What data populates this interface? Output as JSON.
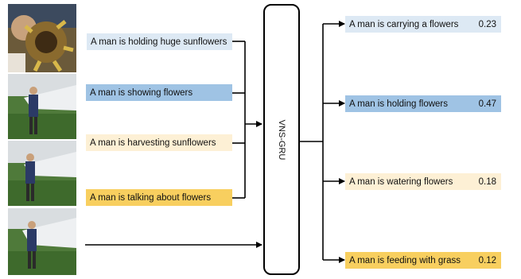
{
  "inputs": [
    {
      "label": "A man is holding huge sunflowers",
      "color": "#dde9f4"
    },
    {
      "label": "A man is showing flowers",
      "color": "#9fc3e4"
    },
    {
      "label": "A man is harvesting sunflowers",
      "color": "#fdf0d5"
    },
    {
      "label": "A man is talking about flowers",
      "color": "#f8cf5f"
    }
  ],
  "model": {
    "label": "VNS-GRU"
  },
  "outputs": [
    {
      "label": "A man is carrying a flowers",
      "score": "0.23",
      "color": "#dde9f4"
    },
    {
      "label": "A man is holding flowers",
      "score": "0.47",
      "color": "#9fc3e4"
    },
    {
      "label": "A man is watering flowers",
      "score": "0.18",
      "color": "#fdf0d5"
    },
    {
      "label": "A man is feeding with grass",
      "score": "0.12",
      "color": "#f8cf5f"
    }
  ],
  "video_frames": [
    {
      "icon": "sunflower-closeup-frame"
    },
    {
      "icon": "man-in-field-frame"
    },
    {
      "icon": "man-in-field-frame"
    },
    {
      "icon": "man-in-field-frame"
    }
  ]
}
